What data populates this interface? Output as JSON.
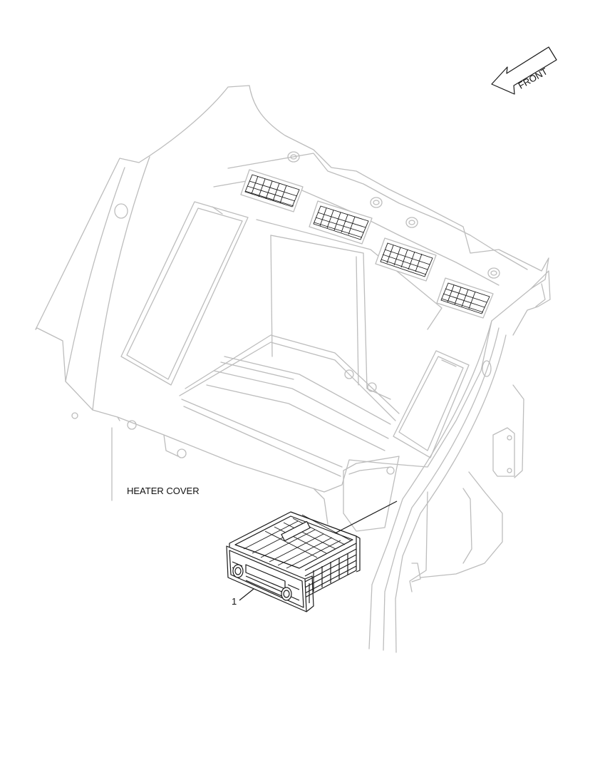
{
  "labels": {
    "front": "FRONT",
    "heater_cover": "HEATER COVER",
    "part_number": "1"
  }
}
